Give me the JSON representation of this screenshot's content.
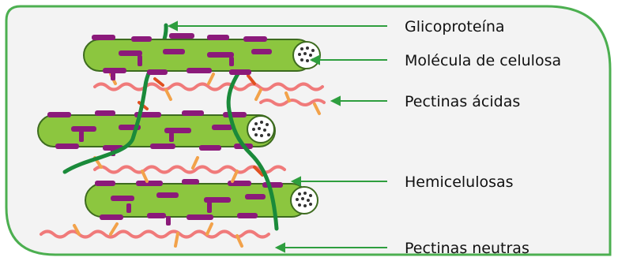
{
  "labels": {
    "glycoprotein": "Glicoproteína",
    "cellulose": "Molécula de celulosa",
    "acidic_pectins": "Pectinas ácidas",
    "hemicelluloses": "Hemicelulosas",
    "neutral_pectins": "Pectinas neutras"
  },
  "colors": {
    "panel_border": "#4caf50",
    "panel_fill": "#f3f3f3",
    "cellulose_fiber": "#8cc63f",
    "fiber_outline": "#3d6b1f",
    "hemicellulose": "#8b1a7a",
    "glycoprotein": "#1a8a3a",
    "pectin": "#f07a7a",
    "pectin_branch": "#f2a24a",
    "acid_link": "#e05020",
    "arrow": "#2e9e3e"
  }
}
